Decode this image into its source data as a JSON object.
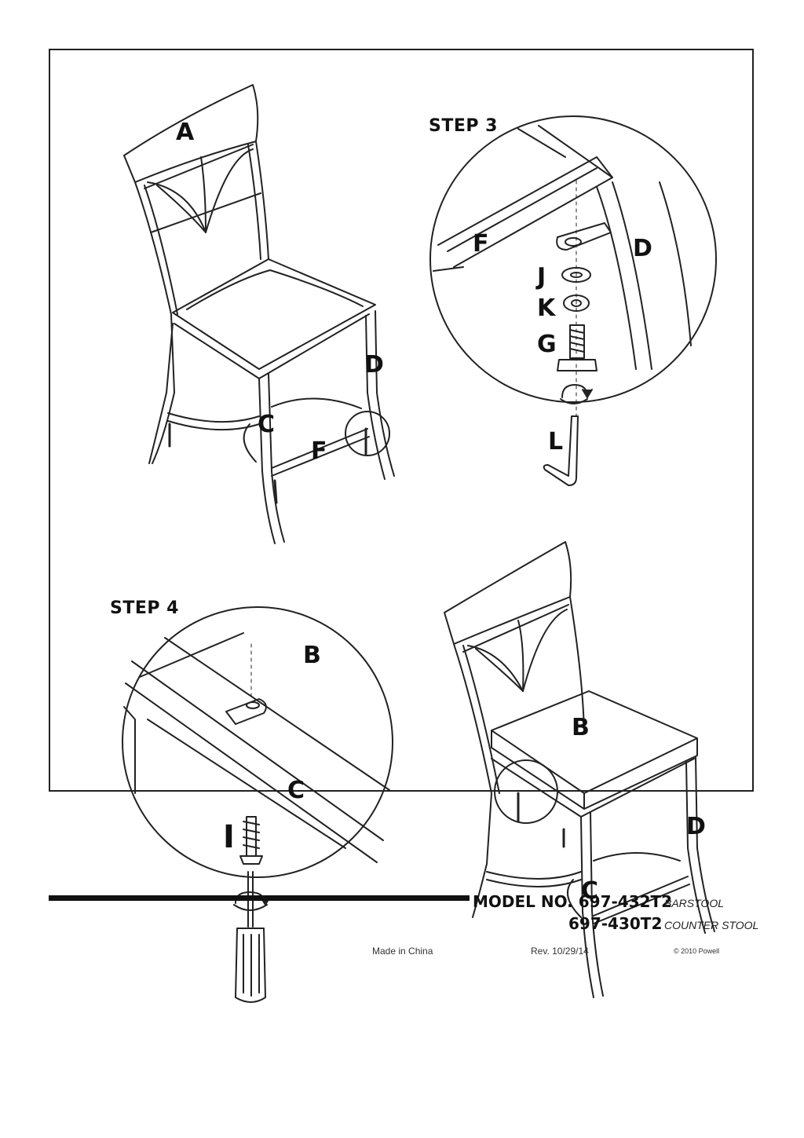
{
  "labels": {
    "panel1": {
      "a": "A",
      "c": "C",
      "d": "D",
      "f": "F"
    },
    "step3": {
      "title": "STEP 3",
      "f": "F",
      "d": "D",
      "j": "J",
      "k": "K",
      "g": "G",
      "l": "L"
    },
    "step4": {
      "title": "STEP 4",
      "b": "B",
      "c": "C",
      "i": "I"
    },
    "panel4": {
      "b": "B",
      "c": "C",
      "d": "D"
    }
  },
  "footer": {
    "model1": "MODEL NO. 697-432T2",
    "kind1": "BARSTOOL",
    "model2": "697-430T2",
    "kind2": "COUNTER STOOL",
    "made_in": "Made in China",
    "rev": "Rev. 10/29/14",
    "copyright": "© 2010 Powell"
  }
}
